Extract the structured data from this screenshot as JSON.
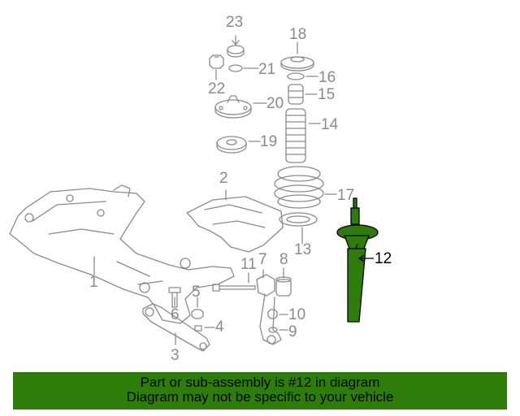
{
  "callouts": {
    "c1": "1",
    "c2": "2",
    "c3": "3",
    "c4": "4",
    "c5": "5",
    "c6": "6",
    "c7": "7",
    "c8": "8",
    "c9": "9",
    "c10": "10",
    "c11": "11",
    "c12": "12",
    "c13": "13",
    "c14": "14",
    "c15": "15",
    "c16": "16",
    "c17": "17",
    "c18": "18",
    "c19": "19",
    "c20": "20",
    "c21": "21",
    "c22": "22",
    "c23": "23"
  },
  "highlighted_part": "12",
  "colors": {
    "highlight": "#2e7d0b",
    "line": "#8a8a8a",
    "banner_bg": "#2e7d0b"
  },
  "banner": {
    "line1": "Part or sub-assembly is #12 in diagram",
    "line2": "Diagram may not be specific to your vehicle"
  }
}
